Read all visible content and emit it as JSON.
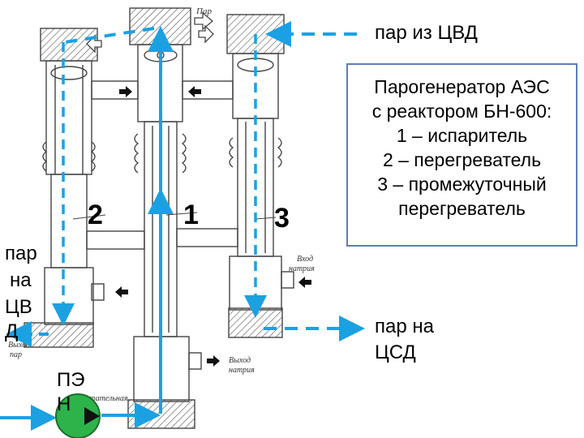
{
  "legend": {
    "title_line1": "Парогенератор АЭС",
    "title_line2": "с реактором БН-600:",
    "item1": "1 – испаритель",
    "item2": "2 – перегреватель",
    "item3": "3 – промежуточный",
    "item4": "перегреватель"
  },
  "labels": {
    "steam_from_hpc": "пар из ЦВД",
    "steam_to_hpc_line1": "пар",
    "steam_to_hpc_line2": "на",
    "steam_to_hpc_line3": "ЦВ",
    "steam_to_hpc_line4": "Д",
    "steam_to_ipc_line1": "пар на",
    "steam_to_ipc_line2": "ЦСД",
    "pump_line1": "ПЭ",
    "pump_line2": "Н",
    "num_1": "1",
    "num_2": "2",
    "num_3": "3"
  },
  "drawing_text": {
    "top_steam": "Пар",
    "sodium_inlet_line1": "Вход",
    "sodium_inlet_line2": "натрия",
    "sodium_outlet_line1": "Выход",
    "sodium_outlet_line2": "натрия",
    "steam_out_line1": "Выход",
    "steam_out_line2": "пар",
    "feedwater": "Питательная"
  },
  "colors": {
    "flow_line": "#1ba1e2",
    "pump_fill": "#2db34a",
    "legend_border": "#5b7fb7",
    "drawing": "#444444"
  }
}
